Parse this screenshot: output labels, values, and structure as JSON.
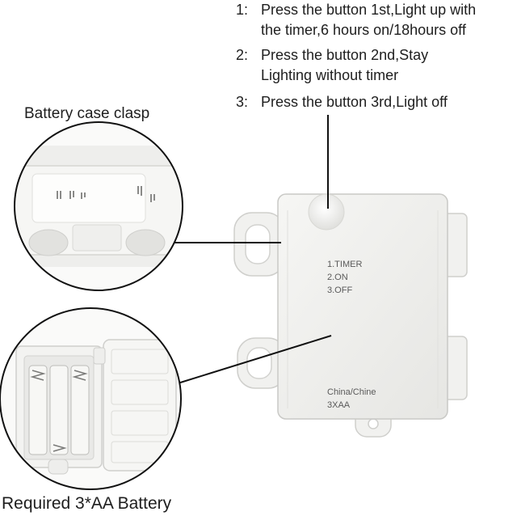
{
  "instructions": [
    {
      "num": "1:",
      "line1": "Press the button 1st,Light up with",
      "line2": "the timer,6 hours on/18hours off"
    },
    {
      "num": "2:",
      "line1": "Press the button 2nd,Stay",
      "line2": "Lighting without timer"
    },
    {
      "num": "3:",
      "line1": "Press the button 3rd,Light off",
      "line2": ""
    }
  ],
  "labels": {
    "clasp": "Battery case clasp",
    "battery": "Required 3*AA Battery"
  },
  "case_print": {
    "mode1": "1.TIMER",
    "mode2": "2.ON",
    "mode3": "3.OFF",
    "origin": "China/Chine",
    "battery": "3XAA"
  }
}
